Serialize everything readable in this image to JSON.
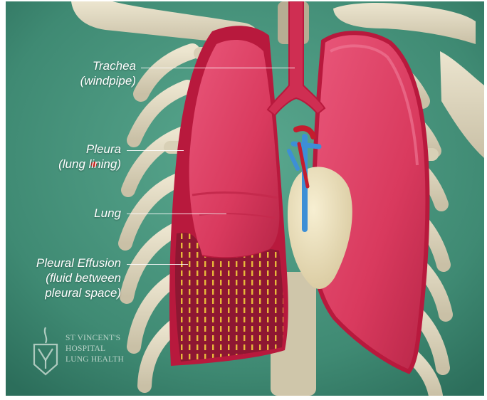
{
  "colors": {
    "background": "#3f8a73",
    "lung": "#d93a5e",
    "pleura_lining": "#b8193d",
    "bone": "#ddd5bd",
    "heart": "#ebdfb6",
    "vessels_blue": "#3d8fd6",
    "effusion_marks": "#e8b83a",
    "label_text": "#ffffff"
  },
  "labels": {
    "trachea": [
      "Trachea",
      "(windpipe)"
    ],
    "pleura": [
      "Pleura",
      "(lung lining)"
    ],
    "lung": [
      "Lung"
    ],
    "effusion": [
      "Pleural Effusion",
      "(fluid between",
      "pleural space)"
    ]
  },
  "logo": {
    "lines": [
      "ST VINCENT'S",
      "HOSPITAL",
      "LUNG HEALTH"
    ],
    "emblem": "st-vincents-emblem-icon"
  }
}
